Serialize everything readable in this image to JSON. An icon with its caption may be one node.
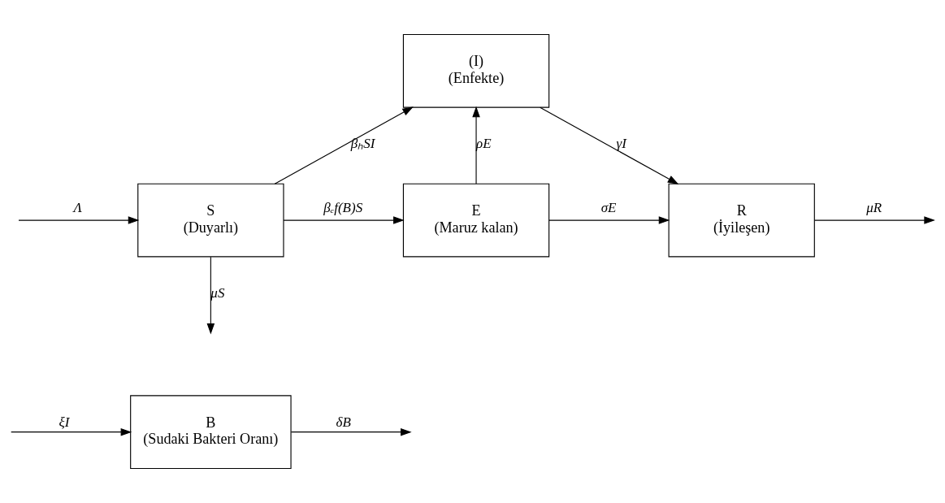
{
  "diagram": {
    "nodes": [
      {
        "text": [
          "(I)",
          "(Enfekte)"
        ]
      },
      {
        "text": [
          "S",
          "(Duyarlı)"
        ]
      },
      {
        "text": [
          "E",
          "(Maruz kalan)"
        ]
      },
      {
        "text": [
          "R",
          "(İyileşen)"
        ]
      },
      {
        "text": [
          "B",
          "(Sudaki Bakteri Oranı)"
        ]
      }
    ],
    "edges": [
      {
        "from": null,
        "to": 1,
        "arrow": "to",
        "label": "Λ"
      },
      {
        "from": 1,
        "to": 0,
        "arrow": "to",
        "label": "βₕSI"
      },
      {
        "from": 1,
        "to": 2,
        "arrow": "to",
        "label": "βₑf(B)S"
      },
      {
        "from": 2,
        "to": 0,
        "arrow": "to",
        "label": "ρE"
      },
      {
        "from": 2,
        "to": 3,
        "arrow": "to",
        "label": "σE"
      },
      {
        "from": 0,
        "to": 3,
        "arrow": "to",
        "label": "γI"
      },
      {
        "from": 1,
        "to": null,
        "arrow": "to",
        "label": "μS"
      },
      {
        "from": 3,
        "to": null,
        "arrow": "to",
        "label": "μR"
      },
      {
        "from": null,
        "to": 4,
        "arrow": "to",
        "label": "ξI"
      },
      {
        "from": 4,
        "to": null,
        "arrow": "to",
        "label": "δB"
      }
    ]
  }
}
